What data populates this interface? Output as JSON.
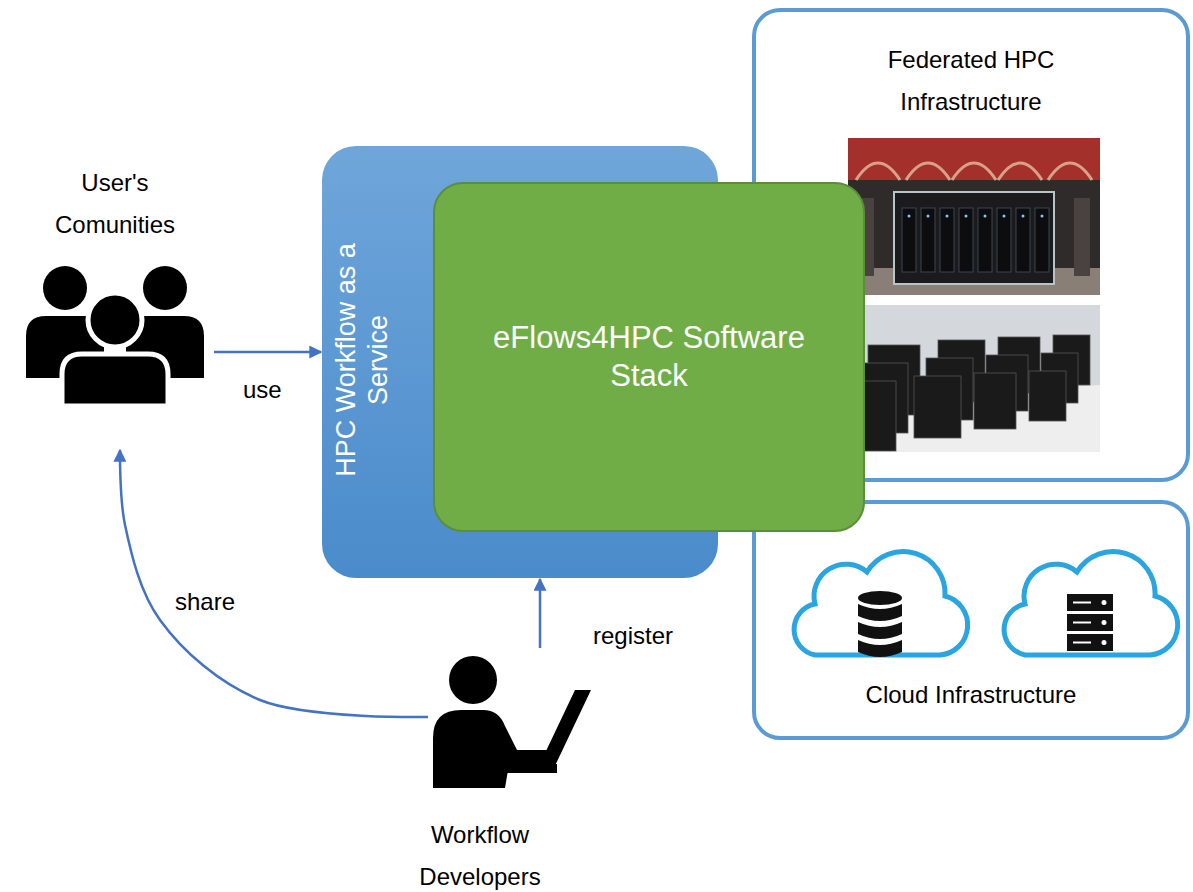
{
  "diagram": {
    "nodes": [
      {
        "text": [
          "User's Comunities"
        ]
      },
      {
        "text": [
          "HPC Workflow as a Service"
        ]
      },
      {
        "text": [
          "eFlows4HPC Software Stack"
        ],
        "in": 1
      },
      {
        "text": [
          "Federated HPC Infrastructure"
        ]
      },
      {
        "text": [
          "Cloud Infrastructure"
        ]
      },
      {
        "text": [
          "Workflow Developers"
        ]
      }
    ],
    "edges": [
      {
        "from": 0,
        "to": 1,
        "label": "use",
        "arrow": "to"
      },
      {
        "from": 5,
        "to": 1,
        "label": "register",
        "arrow": "to"
      },
      {
        "from": 5,
        "to": 0,
        "label": "share",
        "arrow": "to"
      }
    ]
  }
}
